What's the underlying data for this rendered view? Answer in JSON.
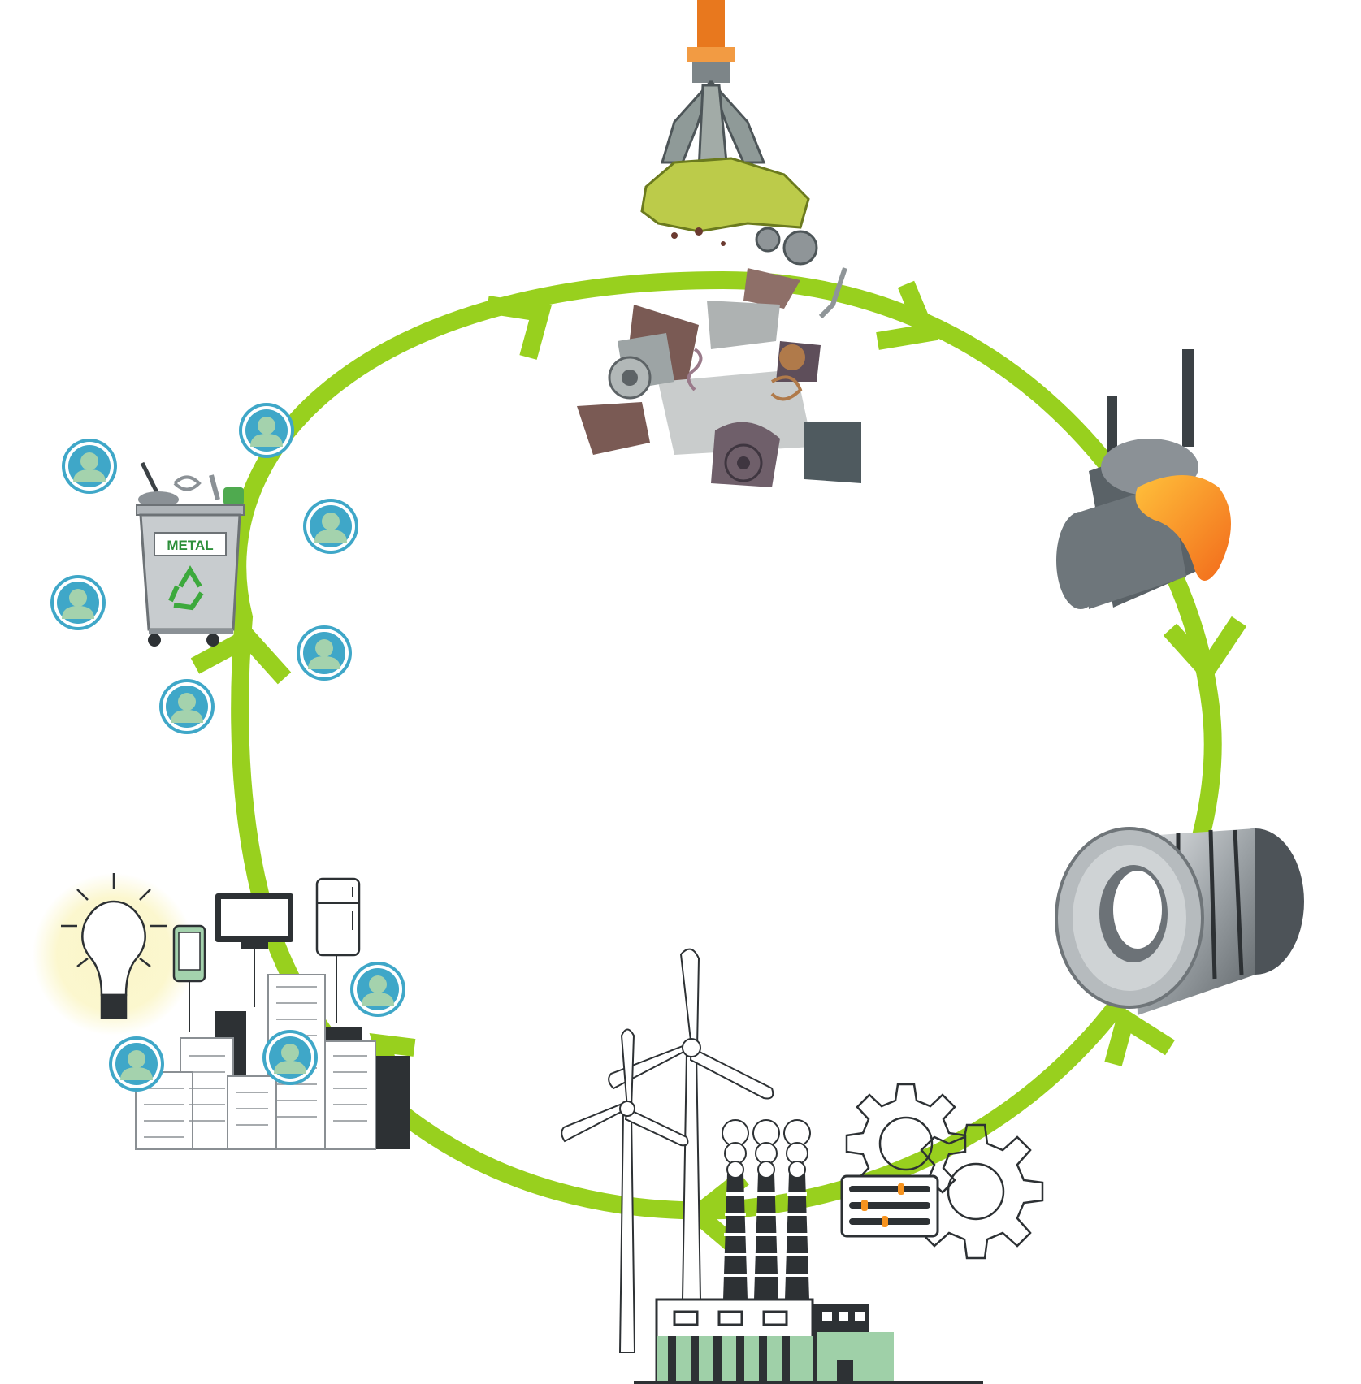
{
  "diagram": {
    "type": "circular-process",
    "colors": {
      "cycle": "#98d01e",
      "user_ring": "#3fa7c8",
      "user_body": "#a4d2ad",
      "dark": "#2d3134",
      "steel": "#8b9196",
      "molten": "#f7931e",
      "green_fill": "#9fd0a8",
      "bulb_glow": "#fbf6c9",
      "crane": "#e8781e",
      "car": "#bccb4a"
    },
    "bin_label": "METAL",
    "stages": [
      {
        "id": "scrap-collection",
        "icon": "crane-grabbing-scrap-car-icon"
      },
      {
        "id": "melting",
        "icon": "ladle-pouring-molten-metal-icon"
      },
      {
        "id": "steel-coils",
        "icon": "steel-coil-icon"
      },
      {
        "id": "manufacturing",
        "icon": "factory-wind-turbine-gears-icon"
      },
      {
        "id": "consumer-use",
        "icon": "city-appliances-icon"
      },
      {
        "id": "recycling-bin",
        "icon": "metal-recycling-bin-icon"
      }
    ]
  }
}
